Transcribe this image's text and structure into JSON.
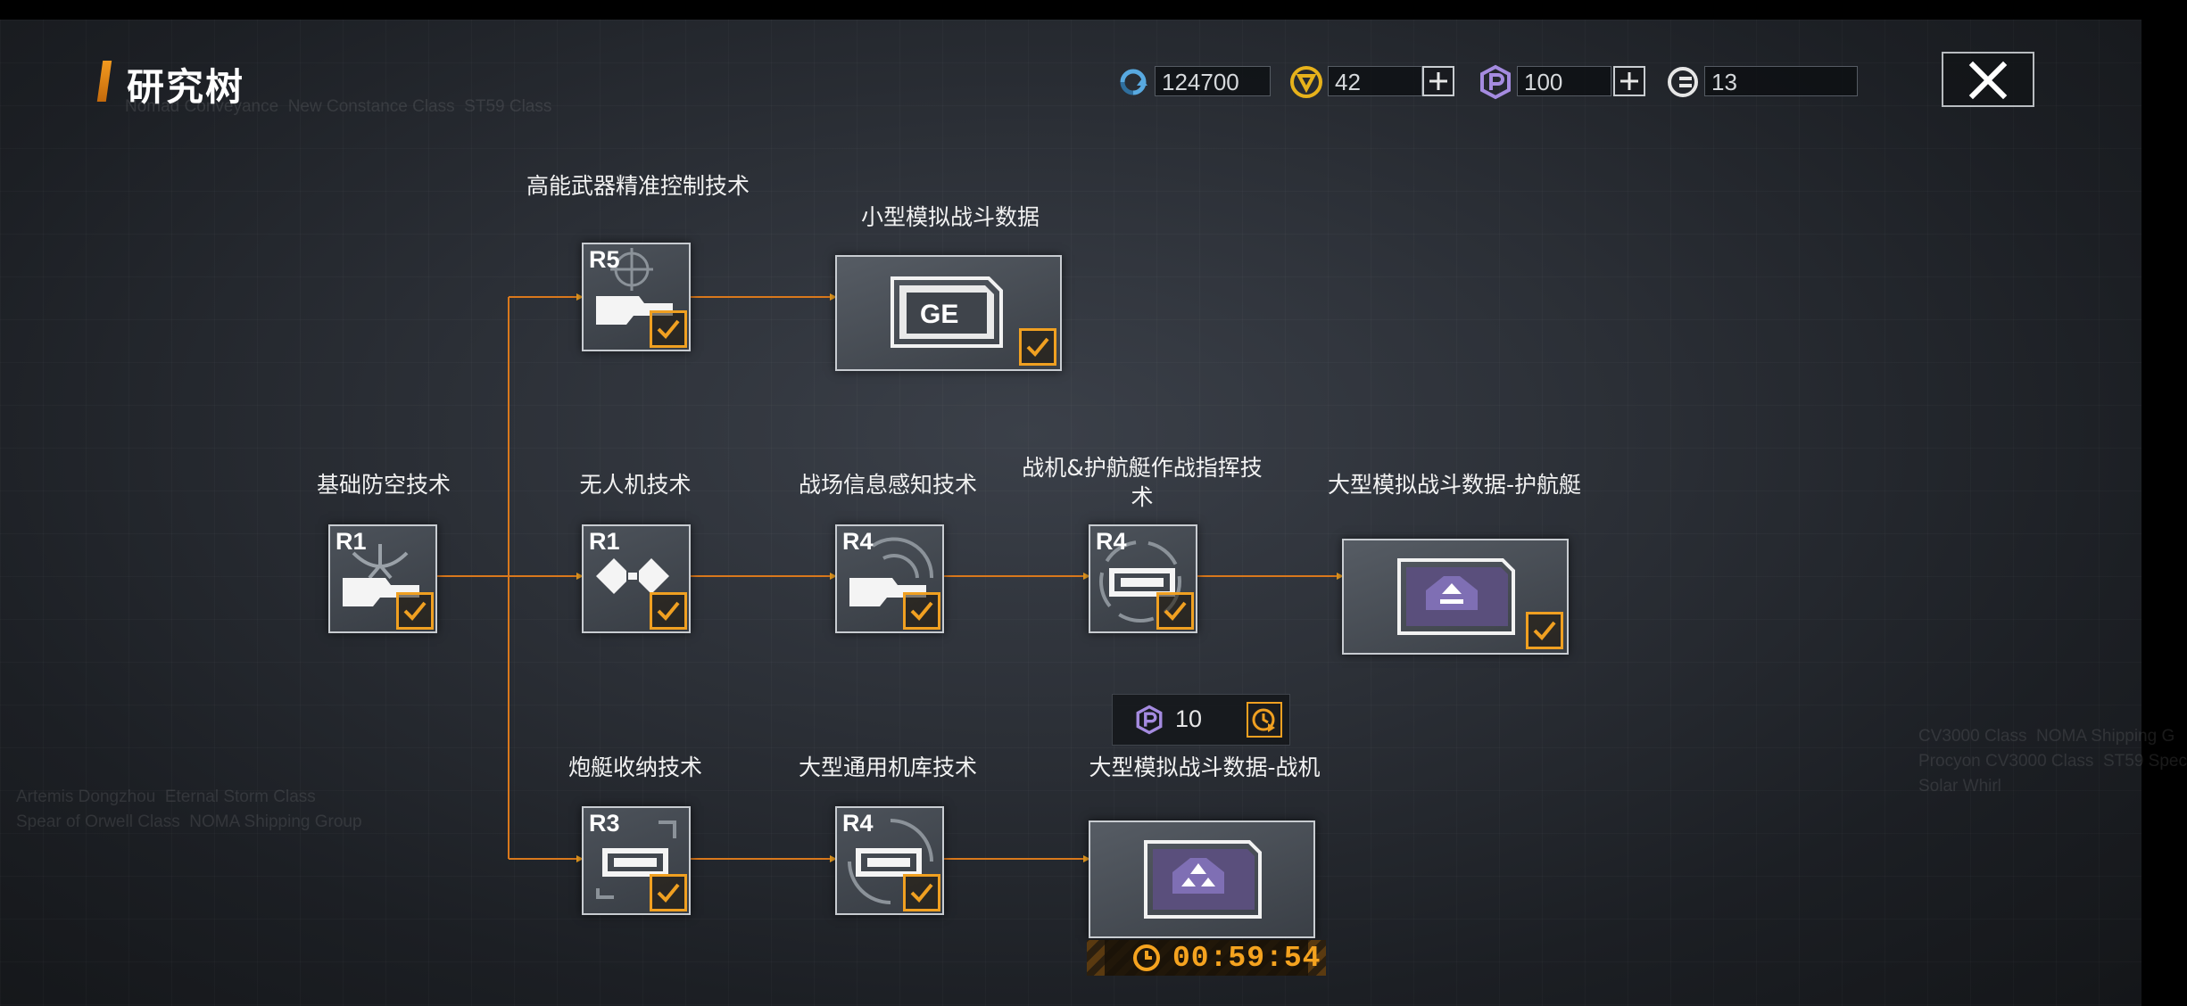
{
  "header": {
    "title": "研究树",
    "close_icon": "close-x-icon"
  },
  "currencies": [
    {
      "name": "credits",
      "icon": "cycle-icon",
      "value": "124700",
      "has_plus": false
    },
    {
      "name": "gold",
      "icon": "triangle-coin-icon",
      "value": "42",
      "has_plus": true
    },
    {
      "name": "premium",
      "icon": "purple-p-icon",
      "value": "100",
      "has_plus": true
    },
    {
      "name": "tokens",
      "icon": "g-coin-icon",
      "value": "13",
      "has_plus": false
    }
  ],
  "nodes": [
    {
      "id": "basic-air-defense",
      "label": "基础防空技术",
      "tier": "R1",
      "completed": true
    },
    {
      "id": "precision-control",
      "label": "高能武器精准控制技术",
      "tier": "R5",
      "completed": true
    },
    {
      "id": "small-sim-data",
      "label": "小型模拟战斗数据",
      "tier": "",
      "badge": "GE",
      "completed": true
    },
    {
      "id": "drone-tech",
      "label": "无人机技术",
      "tier": "R1",
      "completed": true
    },
    {
      "id": "battlefield-sensing",
      "label": "战场信息感知技术",
      "tier": "R4",
      "completed": true
    },
    {
      "id": "fighter-escort-command",
      "label": "战机&护航艇作战指挥技术",
      "tier": "R4",
      "completed": true
    },
    {
      "id": "large-sim-escort",
      "label": "大型模拟战斗数据-护航艇",
      "tier": "",
      "completed": true
    },
    {
      "id": "gunboat-storage",
      "label": "炮艇收纳技术",
      "tier": "R3",
      "completed": true
    },
    {
      "id": "large-hangar",
      "label": "大型通用机库技术",
      "tier": "R4",
      "completed": true
    },
    {
      "id": "large-sim-fighter",
      "label": "大型模拟战斗数据-战机",
      "tier": "",
      "completed": false
    }
  ],
  "research_cost": {
    "icon": "purple-p-icon",
    "value": "10",
    "speedup_icon": "speedup-clock-icon"
  },
  "timer": {
    "icon": "clock-icon",
    "value": "00:59:54"
  },
  "colors": {
    "accent": "#f0a021",
    "connector": "#d9781c",
    "premium": "#a58be0"
  },
  "watermark": {
    "top_left": "Nomad Conveyance  New Constance Class  ST59 Class",
    "left_1": "Artemis Dongzhou  Eternal Storm Class",
    "left_2": "Spear of Orwell Class  NOMA Shipping Group",
    "right_1": "CV3000 Class  NOMA Shipping G",
    "right_2": "Procyon CV3000 Class  ST59 Spec",
    "right_3": "Solar Whirl"
  }
}
